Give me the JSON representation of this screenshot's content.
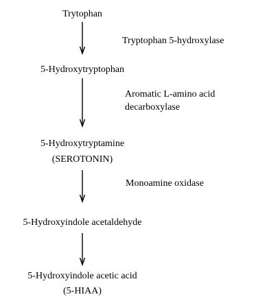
{
  "compounds": [
    {
      "lines": [
        "Trytophan"
      ]
    },
    {
      "lines": [
        "5-Hydroxytryptophan"
      ]
    },
    {
      "lines": [
        "5-Hydroxytryptamine",
        "(SEROTONIN)"
      ]
    },
    {
      "lines": [
        "5-Hydroxyindole acetaldehyde"
      ]
    },
    {
      "lines": [
        "5-Hydroxyindole acetic acid",
        "(5-HIAA)"
      ]
    }
  ],
  "enzymes": [
    {
      "lines": [
        "Tryptophan 5-hydroxylase"
      ]
    },
    {
      "lines": [
        "Aromatic L-amino acid",
        "decarboxylase"
      ]
    },
    {
      "lines": [
        "Monoamine oxidase"
      ]
    }
  ],
  "colors": {
    "ink": "#000000",
    "background": "#ffffff"
  }
}
